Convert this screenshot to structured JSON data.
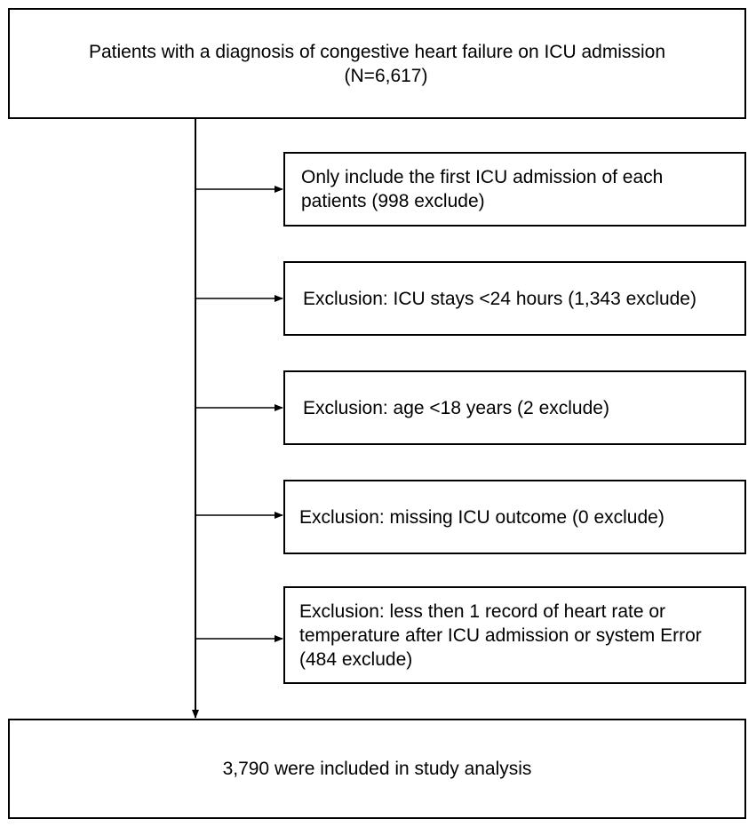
{
  "top": {
    "line1": "Patients with a diagnosis of congestive heart failure on ICU admission",
    "line2": "(N=6,617)"
  },
  "exclusions": [
    {
      "text": "Only include the first ICU admission of each patients (998 exclude)"
    },
    {
      "text": "Exclusion: ICU stays <24 hours (1,343 exclude)"
    },
    {
      "text": "Exclusion: age <18 years (2 exclude)"
    },
    {
      "text": "Exclusion: missing ICU outcome (0 exclude)"
    },
    {
      "text": "Exclusion: less then 1 record of heart rate or temperature after ICU admission or system Error (484 exclude)"
    }
  ],
  "bottom": {
    "text": "3,790 were included in study analysis"
  }
}
